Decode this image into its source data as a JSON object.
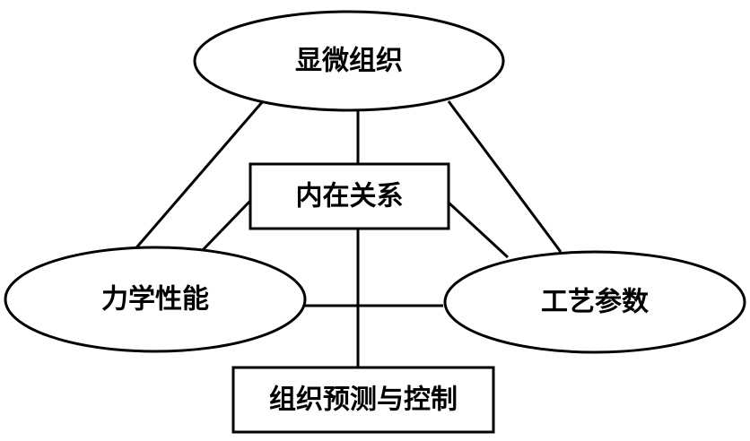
{
  "nodes": {
    "microstructure": "显微组织",
    "mechanical_properties": "力学性能",
    "process_parameters": "工艺参数",
    "intrinsic_relation": "内在关系",
    "prediction_control": "组织预测与控制"
  }
}
